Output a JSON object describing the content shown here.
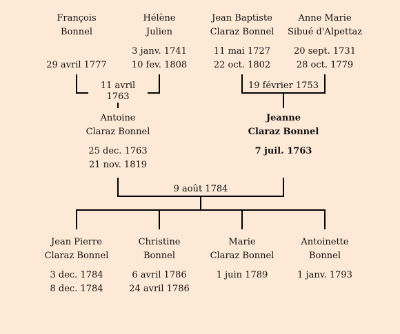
{
  "grandparents": [
    {
      "name1": "François",
      "name2": "Bonnel",
      "birth": "",
      "death": "29 avril 1777"
    },
    {
      "name1": "Hélène",
      "name2": "Julien",
      "birth": "3 janv. 1741",
      "death": "10 fev. 1808"
    },
    {
      "name1": "Jean Baptiste",
      "name2": "Claraz Bonnel",
      "birth": "11 mai 1727",
      "death": "22 oct. 1802"
    },
    {
      "name1": "Anne Marie",
      "name2": "Sibué d'Alpettaz",
      "birth": "20 sept. 1731",
      "death": "28 oct. 1779"
    }
  ],
  "marriages": {
    "left": "11 avril 1763",
    "right": "19 février 1753",
    "parents": "9 août 1784"
  },
  "parents": [
    {
      "name1": "Antoine",
      "name2": "Claraz Bonnel",
      "birth": "25 dec. 1763",
      "death": "21 nov. 1819"
    },
    {
      "name1": "Jeanne",
      "name2": "Claraz Bonnel",
      "birth": "7 juil. 1763",
      "death": ""
    }
  ],
  "children": [
    {
      "name1": "Jean Pierre",
      "name2": "Claraz Bonnel",
      "birth": "3 dec. 1784",
      "death": "8 dec. 1784"
    },
    {
      "name1": "Christine",
      "name2": "Bonnel",
      "birth": "6 avril 1786",
      "death": "24 avril 1786"
    },
    {
      "name1": "Marie",
      "name2": "Claraz Bonnel",
      "birth": "1 juin 1789",
      "death": ""
    },
    {
      "name1": "Antoinette",
      "name2": "Bonnel",
      "birth": "1 janv. 1793",
      "death": ""
    }
  ]
}
